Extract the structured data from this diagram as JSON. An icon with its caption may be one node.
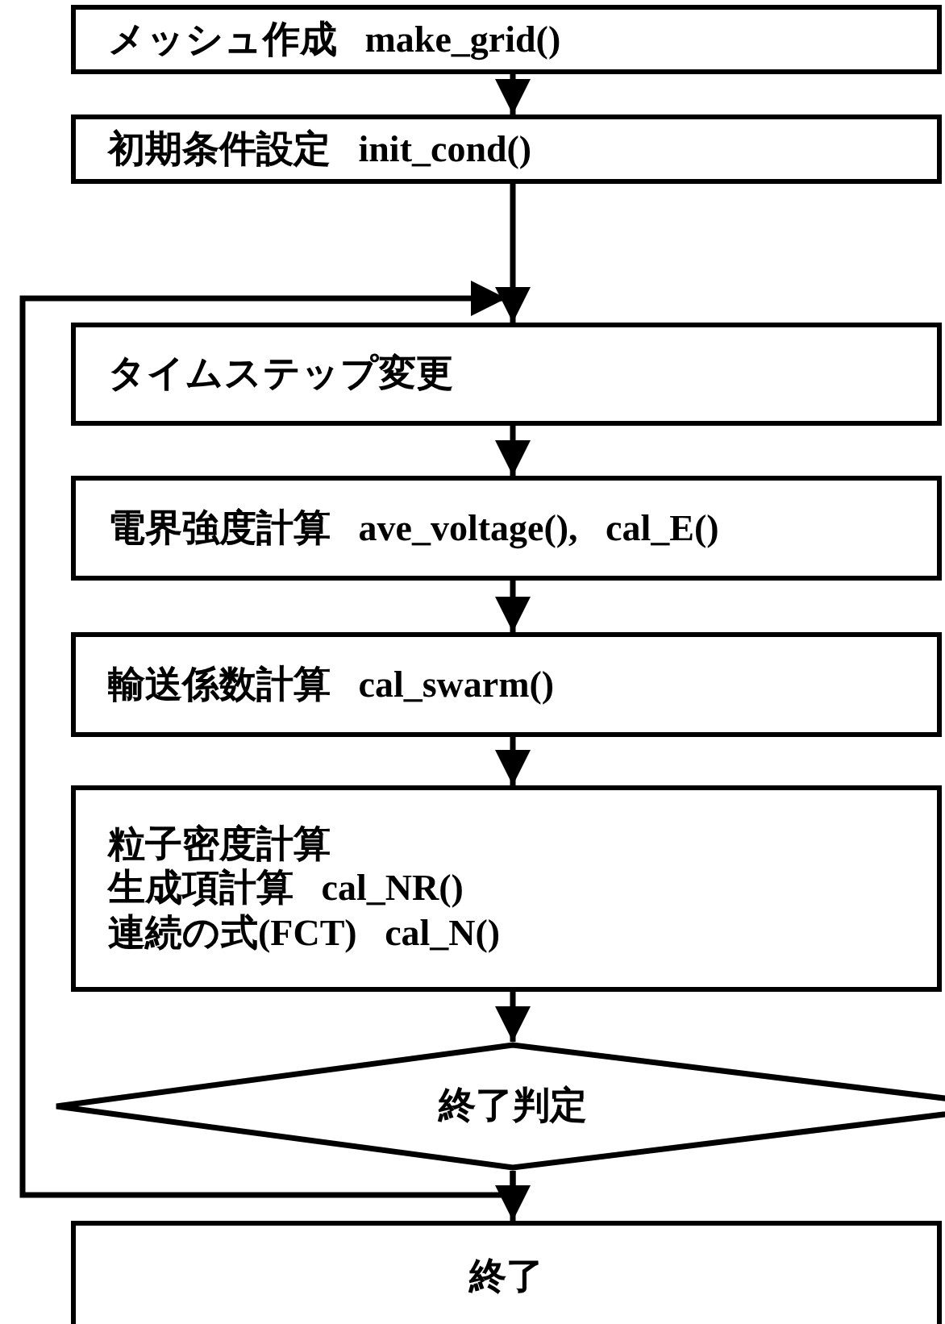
{
  "diagram": {
    "nodes": [
      {
        "text": [
          "メッシュ作成 make_grid()"
        ]
      },
      {
        "text": [
          "初期条件設定 init_cond()"
        ]
      },
      {
        "text": [
          "タイムステップ変更"
        ]
      },
      {
        "text": [
          "電界強度計算 ave_voltage(), cal_E()"
        ]
      },
      {
        "text": [
          "輸送係数計算 cal_swarm()"
        ]
      },
      {
        "text": [
          "粒子密度計算",
          "生成項計算 cal_NR()",
          "連続の式(FCT) cal_N()"
        ]
      },
      {
        "text": [
          "終了判定"
        ]
      },
      {
        "text": [
          "終了"
        ]
      }
    ],
    "edges": [
      {
        "from": 0,
        "to": 1,
        "arrow": "to"
      },
      {
        "from": 1,
        "to": 2,
        "arrow": "to"
      },
      {
        "from": 2,
        "to": 3,
        "arrow": "to"
      },
      {
        "from": 3,
        "to": 4,
        "arrow": "to"
      },
      {
        "from": 4,
        "to": 5,
        "arrow": "to"
      },
      {
        "from": 5,
        "to": 6,
        "arrow": "to"
      },
      {
        "from": 6,
        "to": 7,
        "arrow": "to"
      },
      {
        "from": 6,
        "to": 2,
        "arrow": "to"
      }
    ]
  }
}
